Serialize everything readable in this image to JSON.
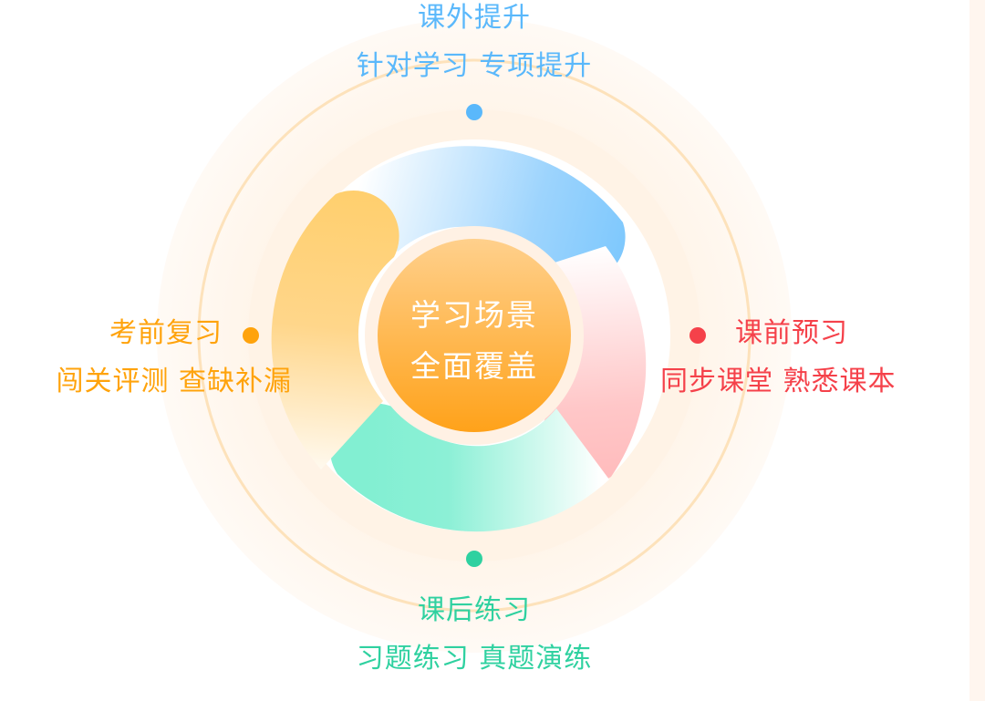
{
  "center": {
    "line1": "学习场景",
    "line2": "全面覆盖",
    "color": "#ffa21a"
  },
  "scenes": [
    {
      "id": "top",
      "title": "课外提升",
      "subtitle": "针对学习 专项提升",
      "color": "#5ab8fb",
      "icon": "dot-icon"
    },
    {
      "id": "right",
      "title": "课前预习",
      "subtitle": "同步课堂 熟悉课本",
      "color": "#f5414a",
      "icon": "dot-icon"
    },
    {
      "id": "bottom",
      "title": "课后练习",
      "subtitle": "习题练习 真题演练",
      "color": "#2fd1a0",
      "icon": "dot-icon"
    },
    {
      "id": "left",
      "title": "考前复习",
      "subtitle": "闯关评测 查缺补漏",
      "color": "#ffa30c",
      "icon": "dot-icon"
    }
  ],
  "colors": {
    "outer_glow": "#fff8f0",
    "ring_stroke": "#fde2bb",
    "inner_disc": "#fff1e4",
    "segment_top": "#7ec8fd",
    "segment_right": "#ffbfc0",
    "segment_bottom": "#82efd2",
    "segment_left": "#ffcf70"
  }
}
